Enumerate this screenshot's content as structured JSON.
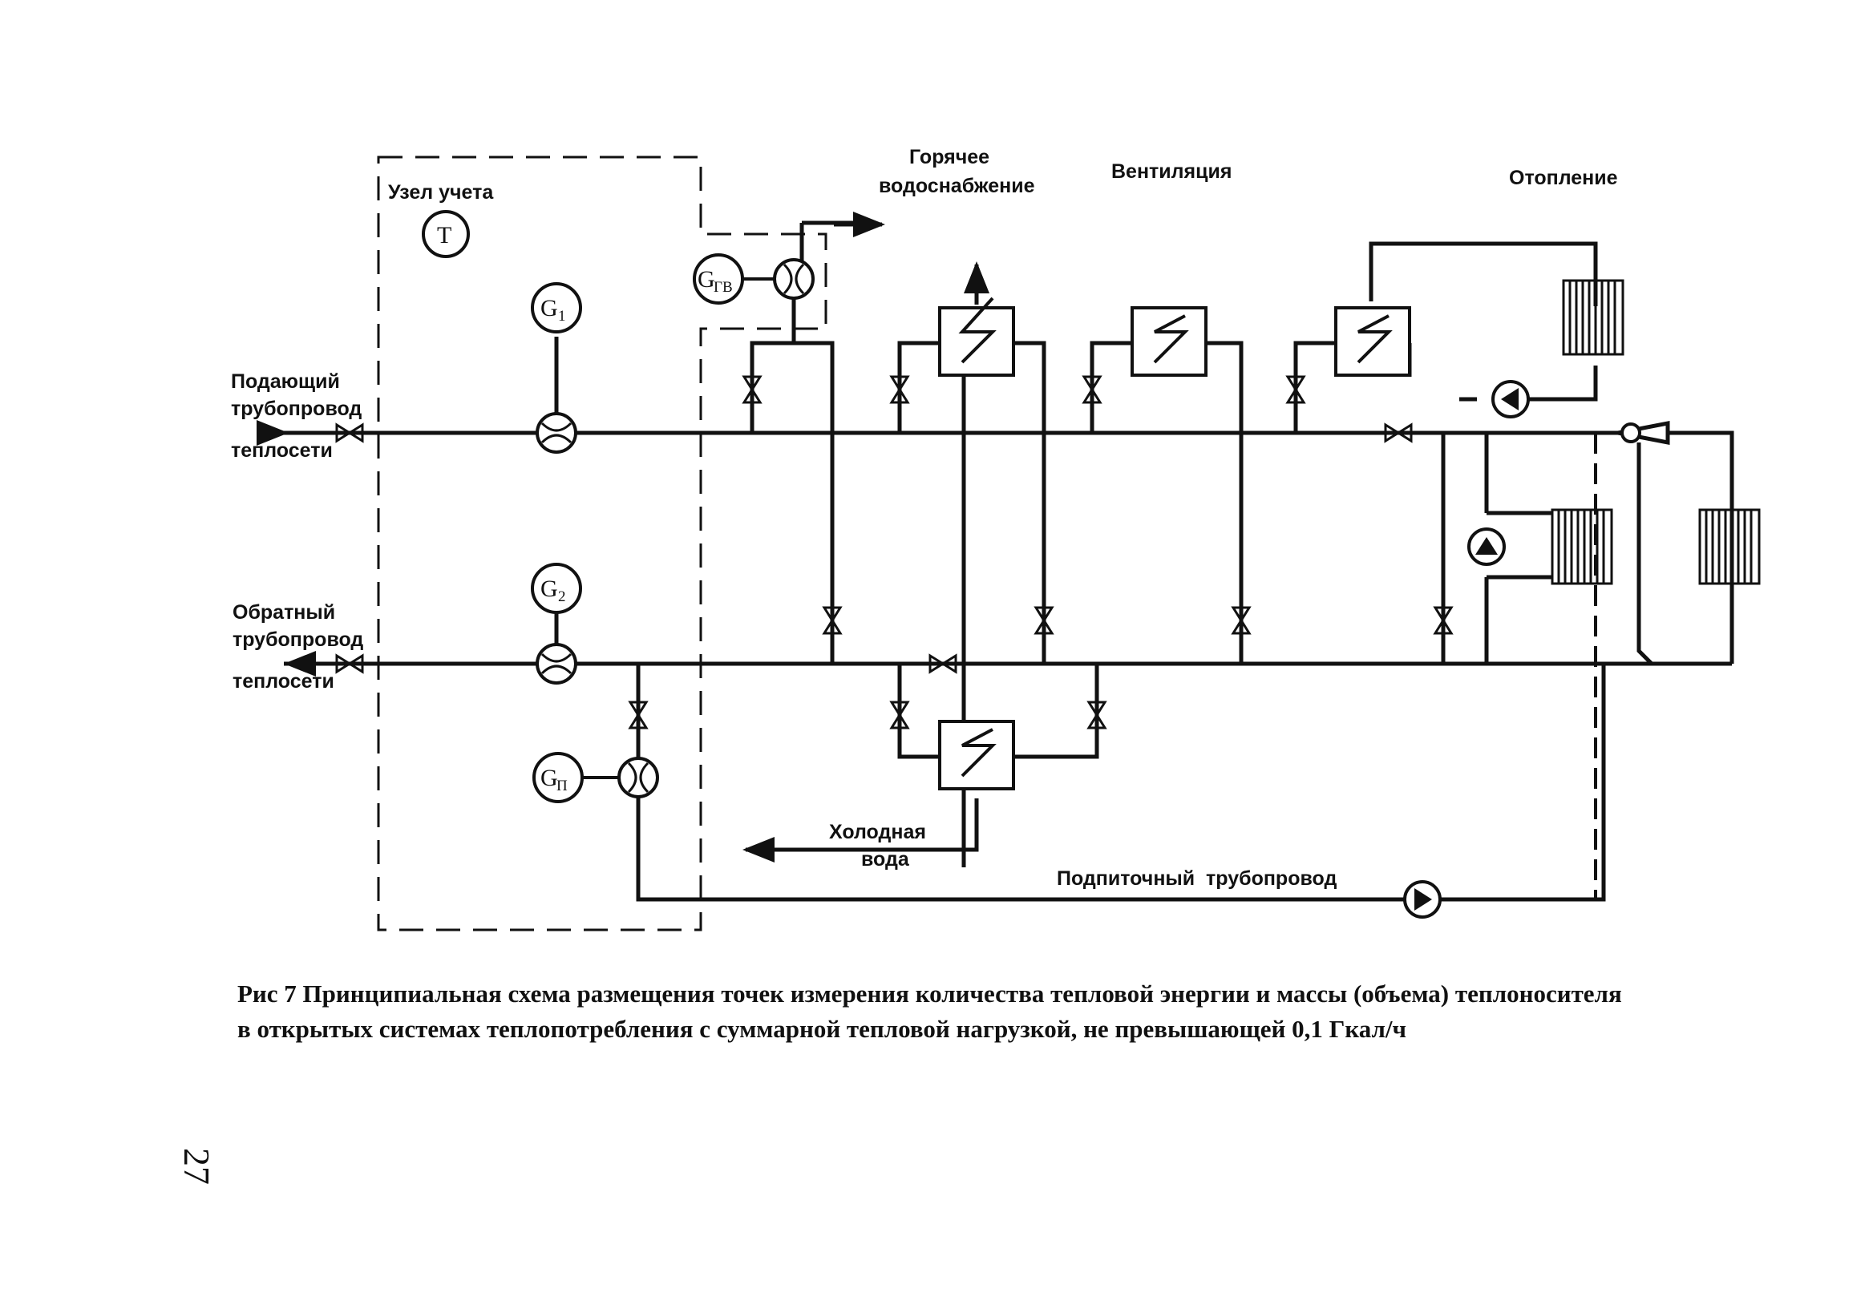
{
  "labels": {
    "metering_unit": "Узел учета",
    "hot_water_line1": "Горячее",
    "hot_water_line2": "водоснабжение",
    "ventilation": "Вентиляция",
    "heating": "Отопление",
    "supply_line1": "Подающий",
    "supply_line2": "трубопровод",
    "supply_line3": "теплосети",
    "return_line1": "Обратный",
    "return_line2": "трубопровод",
    "return_line3": "теплосети",
    "cold_water_line1": "Холодная",
    "cold_water_line2": "вода",
    "makeup_pipe": "Подпиточный  трубопровод"
  },
  "meters": {
    "t": "T",
    "g1_main": "G",
    "g1_sub": "1",
    "g2_main": "G",
    "g2_sub": "2",
    "ggv_main": "G",
    "ggv_sub": "ГВ",
    "gp_main": "G",
    "gp_sub": "П"
  },
  "caption": {
    "line1": "Рис 7 Принципиальная схема размещения точек измерения количества тепловой энергии и массы (объема) теплоносителя",
    "line2": "в открытых системах теплопотребления с суммарной тепловой нагрузкой, не превышающей 0,1 Гкал/ч"
  },
  "page_number": "27"
}
